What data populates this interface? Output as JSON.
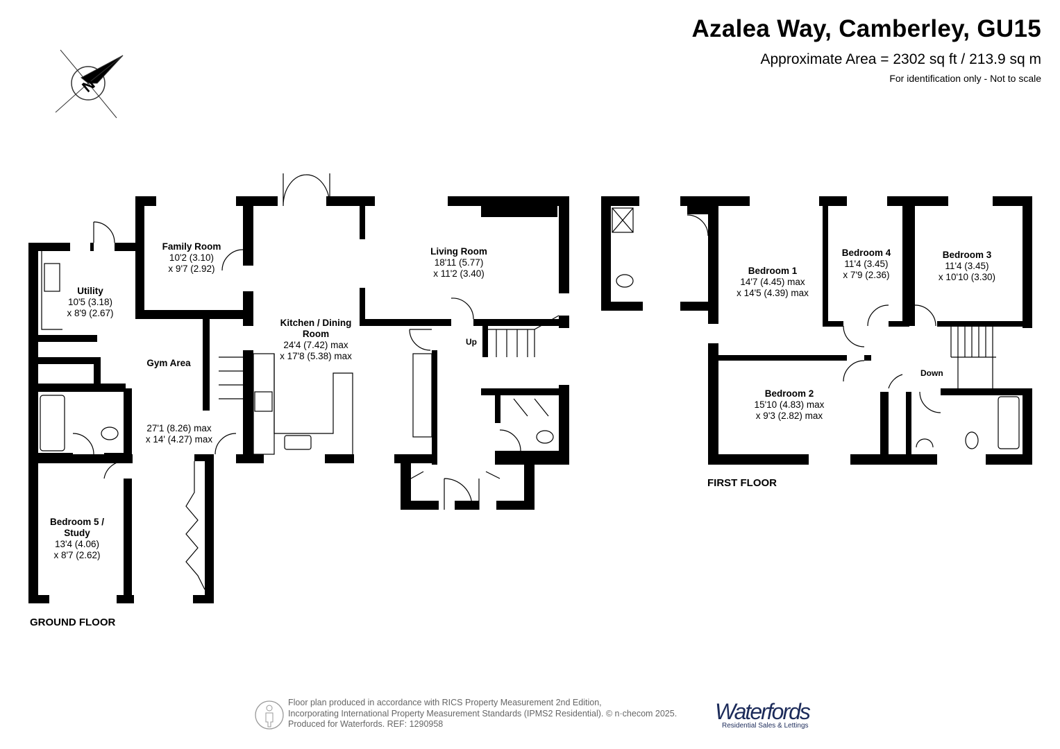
{
  "header": {
    "title": "Azalea Way, Camberley, GU15",
    "area": "Approximate Area = 2302 sq ft / 213.9 sq m",
    "note": "For identification only - Not to scale"
  },
  "compass": {
    "icon": "north-compass-icon",
    "letter": "N"
  },
  "ground_floor": {
    "label": "GROUND FLOOR",
    "stairs_label": "Up",
    "rooms": [
      {
        "name": "Family Room",
        "dims": [
          "10'2 (3.10)",
          "x 9'7 (2.92)"
        ]
      },
      {
        "name": "Utility",
        "dims": [
          "10'5 (3.18)",
          "x 8'9 (2.67)"
        ]
      },
      {
        "name": "Gym Area",
        "dims": [
          "27'1 (8.26) max",
          "x 14' (4.27) max"
        ]
      },
      {
        "name": "Kitchen / Dining Room",
        "dims": [
          "24'4 (7.42) max",
          "x 17'8 (5.38) max"
        ]
      },
      {
        "name": "Living Room",
        "dims": [
          "18'11 (5.77)",
          "x 11'2 (3.40)"
        ]
      },
      {
        "name": "Bedroom 5 / Study",
        "dims": [
          "13'4 (4.06)",
          "x 8'7 (2.62)"
        ]
      }
    ]
  },
  "first_floor": {
    "label": "FIRST FLOOR",
    "stairs_label": "Down",
    "rooms": [
      {
        "name": "Bedroom 1",
        "dims": [
          "14'7 (4.45) max",
          "x 14'5 (4.39) max"
        ]
      },
      {
        "name": "Bedroom 4",
        "dims": [
          "11'4 (3.45)",
          "x 7'9 (2.36)"
        ]
      },
      {
        "name": "Bedroom 3",
        "dims": [
          "11'4 (3.45)",
          "x 10'10 (3.30)"
        ]
      },
      {
        "name": "Bedroom 2",
        "dims": [
          "15'10 (4.83) max",
          "x 9'3 (2.82) max"
        ]
      }
    ]
  },
  "footer": {
    "lines": [
      "Floor plan produced in accordance with RICS Property Measurement 2nd Edition,",
      "Incorporating International Property Measurement Standards (IPMS2 Residential).   © n·checom 2025.",
      "Produced for Waterfords.   REF:  1290958"
    ],
    "logo_name": "Waterfords",
    "logo_tagline": "Residential Sales & Lettings",
    "logo_color": "#1c2b5a"
  }
}
